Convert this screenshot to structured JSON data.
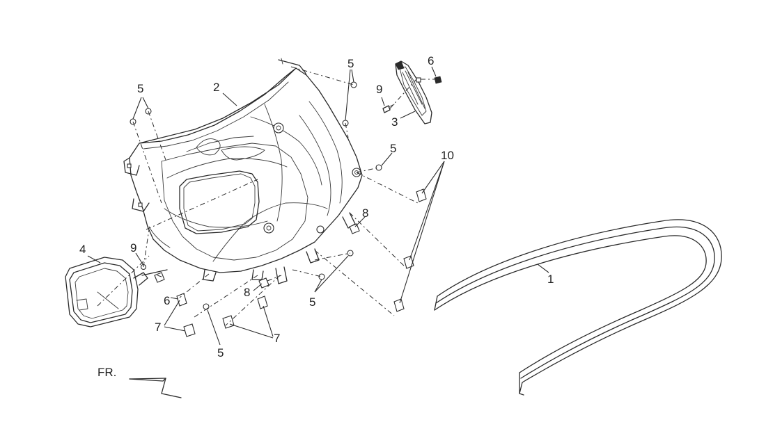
{
  "diagram": {
    "type": "exploded-parts-diagram",
    "callouts": [
      {
        "id": "c1",
        "text": "1"
      },
      {
        "id": "c2",
        "text": "2"
      },
      {
        "id": "c3",
        "text": "3"
      },
      {
        "id": "c4",
        "text": "4"
      },
      {
        "id": "c5a",
        "text": "5"
      },
      {
        "id": "c5b",
        "text": "5"
      },
      {
        "id": "c5c",
        "text": "5"
      },
      {
        "id": "c5d",
        "text": "5"
      },
      {
        "id": "c5e",
        "text": "5"
      },
      {
        "id": "c6a",
        "text": "6"
      },
      {
        "id": "c6b",
        "text": "6"
      },
      {
        "id": "c7a",
        "text": "7"
      },
      {
        "id": "c7b",
        "text": "7"
      },
      {
        "id": "c8a",
        "text": "8"
      },
      {
        "id": "c8b",
        "text": "8"
      },
      {
        "id": "c9a",
        "text": "9"
      },
      {
        "id": "c9b",
        "text": "9"
      },
      {
        "id": "c10",
        "text": "10"
      }
    ],
    "front_marker": {
      "text": "FR."
    }
  }
}
